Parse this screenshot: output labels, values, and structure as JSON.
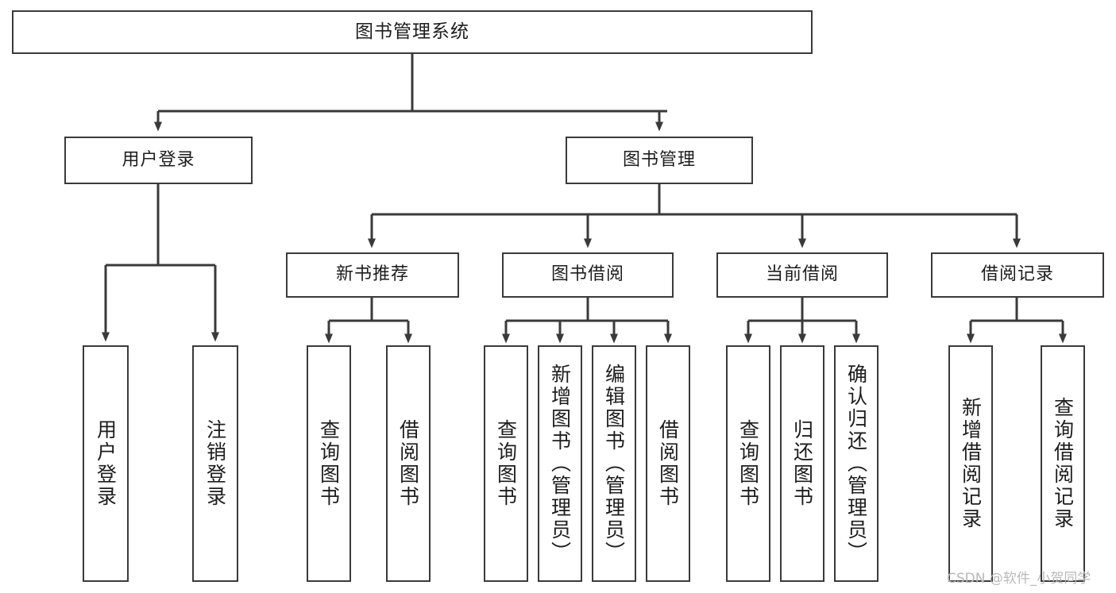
{
  "diagram": {
    "title": "图书管理系统",
    "type": "functional-structure-tree",
    "watermark": "CSDN @软件_小贺同学",
    "colors": {
      "background": "#ffffff",
      "box_border": "#3a3a3a",
      "box_fill": "#ffffff",
      "text": "#1d1d1d",
      "connector": "#3a3a3a",
      "watermark": "#b9b9b9"
    }
  },
  "nodes": {
    "root": {
      "label": "图书管理系统"
    },
    "level1": [
      {
        "label": "用户登录"
      },
      {
        "label": "图书管理"
      }
    ],
    "level2": [
      {
        "label": "新书推荐"
      },
      {
        "label": "图书借阅"
      },
      {
        "label": "当前借阅"
      },
      {
        "label": "借阅记录"
      }
    ],
    "leaves": {
      "user_login": [
        {
          "label": "用户登录"
        },
        {
          "label": "注销登录"
        }
      ],
      "new_book_recommend": [
        {
          "label": "查询图书"
        },
        {
          "label": "借阅图书"
        }
      ],
      "book_borrow": [
        {
          "label": "查询图书"
        },
        {
          "label": "新增图书（管理员）"
        },
        {
          "label": "编辑图书（管理员）"
        },
        {
          "label": "借阅图书"
        }
      ],
      "current_borrow": [
        {
          "label": "查询图书"
        },
        {
          "label": "归还图书"
        },
        {
          "label": "确认归还（管理员）"
        }
      ],
      "borrow_record": [
        {
          "label": "新增借阅记录"
        },
        {
          "label": "查询借阅记录"
        }
      ]
    }
  }
}
